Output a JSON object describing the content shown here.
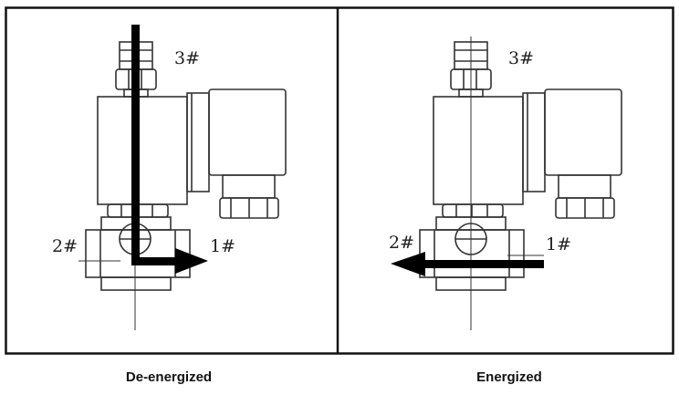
{
  "panels": [
    {
      "caption": "De-energized",
      "ports": {
        "top": "3#",
        "left": "2#",
        "right": "1#"
      }
    },
    {
      "caption": "Energized",
      "ports": {
        "top": "3#",
        "left": "2#",
        "right": "1#"
      }
    }
  ],
  "colors": {
    "line": "#333333",
    "arrow": "#000000",
    "frame": "#111111"
  }
}
